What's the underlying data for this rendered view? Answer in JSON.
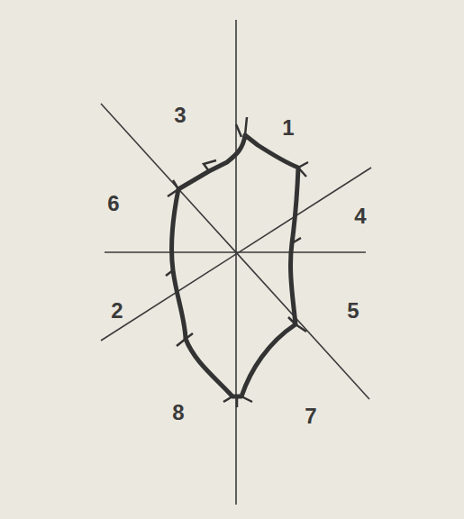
{
  "diagram": {
    "labels": [
      "3",
      "1",
      "6",
      "4",
      "2",
      "5",
      "8",
      "7"
    ]
  }
}
